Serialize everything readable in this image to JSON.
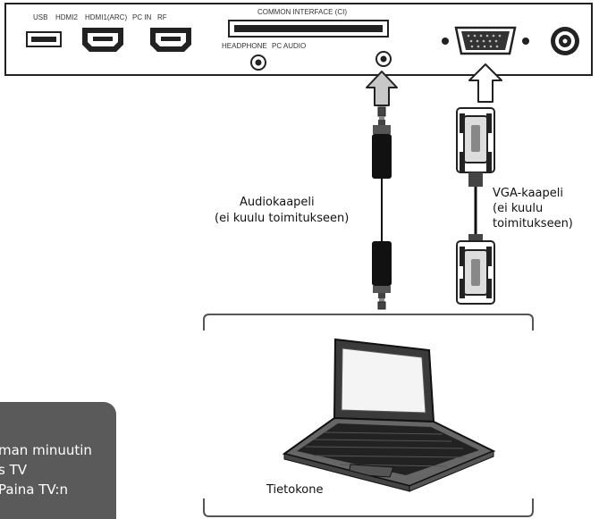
{
  "tv_panel": {
    "port_labels": {
      "usb": "USB",
      "hdmi2": "HDMI2",
      "hdmi1": "HDMI1(ARC)",
      "pc_in": "PC IN",
      "rf": "RF",
      "ci": "COMMON INTERFACE (CI)",
      "headphone": "HEADPHONE",
      "pc_audio": "PC AUDIO"
    }
  },
  "cables": {
    "audio": {
      "line1": "Audiokaapeli",
      "line2": "(ei kuulu toimitukseen)"
    },
    "vga": {
      "line1": "VGA-kaapeli",
      "line2": "(ei kuulu",
      "line3": "toimitukseen)"
    }
  },
  "computer": {
    "label": "Tietokone"
  },
  "note_box": {
    "line1": "man minuutin",
    "line2": "s TV",
    "line3": "Paina TV:n"
  },
  "colors": {
    "note_bg": "#5a5a5a",
    "panel_stroke": "#222222",
    "arrow_fill": "#c8c8c8"
  }
}
